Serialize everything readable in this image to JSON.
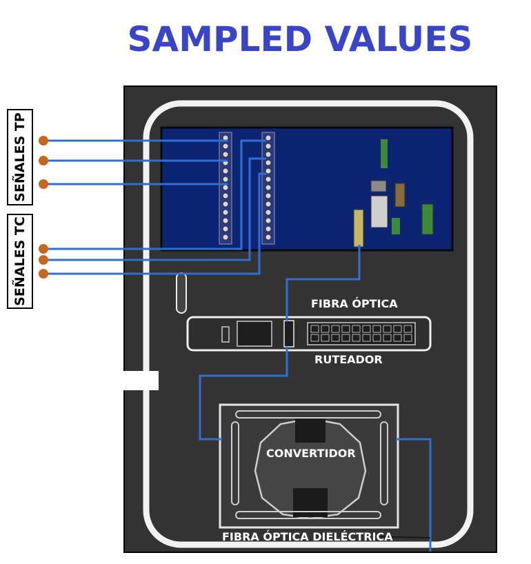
{
  "title": "SAMPLED VALUES",
  "signals_tp_label": "SEÑALES TP",
  "signals_tc_label": "SEÑALES TC",
  "fiber_label": "FIBRA ÓPTICA",
  "router_label": "RUTEADOR",
  "converter_label": "CONVERTIDOR",
  "dielectric_fiber_label": "FIBRA ÓPTICA DIELÉCTRICA",
  "colors": {
    "title": "#3a44c8",
    "wire": "#2f6fd6",
    "terminal_dot": "#c8651e",
    "panel": "#333333",
    "ied": "#0c2472"
  }
}
